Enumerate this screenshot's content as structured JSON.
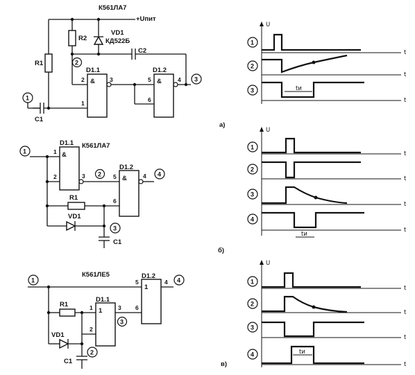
{
  "circuit_a": {
    "chip": "К561ЛА7",
    "supply": "+Uпит",
    "r1": "R1",
    "r2": "R2",
    "c1": "C1",
    "c2": "C2",
    "vd1": "VD1",
    "vd1_type": "КД522Б",
    "d11": "D1.1",
    "d12": "D1.2",
    "amp": "&",
    "pin1": "1",
    "pin2": "2",
    "pin3": "3",
    "pin4": "4",
    "pin5": "5",
    "pin6": "6",
    "node1": "1",
    "node2": "2",
    "node3": "3",
    "sub": "а)"
  },
  "circuit_b": {
    "chip": "К561ЛА7",
    "r1": "R1",
    "c1": "C1",
    "vd1": "VD1",
    "d11": "D1.1",
    "d12": "D1.2",
    "amp": "&",
    "pin1": "1",
    "pin2": "2",
    "pin3": "3",
    "pin4": "4",
    "pin5": "5",
    "pin6": "6",
    "node1": "1",
    "node2": "2",
    "node3": "3",
    "node4": "4",
    "sub": "б)"
  },
  "circuit_c": {
    "chip": "К561ЛЕ5",
    "r1": "R1",
    "c1": "C1",
    "vd1": "VD1",
    "d11": "D1.1",
    "d12": "D1.2",
    "one": "1",
    "pin1": "1",
    "pin2": "2",
    "pin3": "3",
    "pin4": "4",
    "pin5": "5",
    "pin6": "6",
    "node1": "1",
    "node2": "2",
    "node3": "3",
    "node4": "4",
    "sub": "в)"
  },
  "timing": {
    "u_label": "U",
    "t_label": "t",
    "tu_a": "tи",
    "tu_b": "tи",
    "tu_c": "tи",
    "rows_a": [
      "1",
      "2",
      "3"
    ],
    "rows_b": [
      "1",
      "2",
      "3",
      "4"
    ],
    "rows_c": [
      "1",
      "2",
      "3",
      "4"
    ]
  }
}
